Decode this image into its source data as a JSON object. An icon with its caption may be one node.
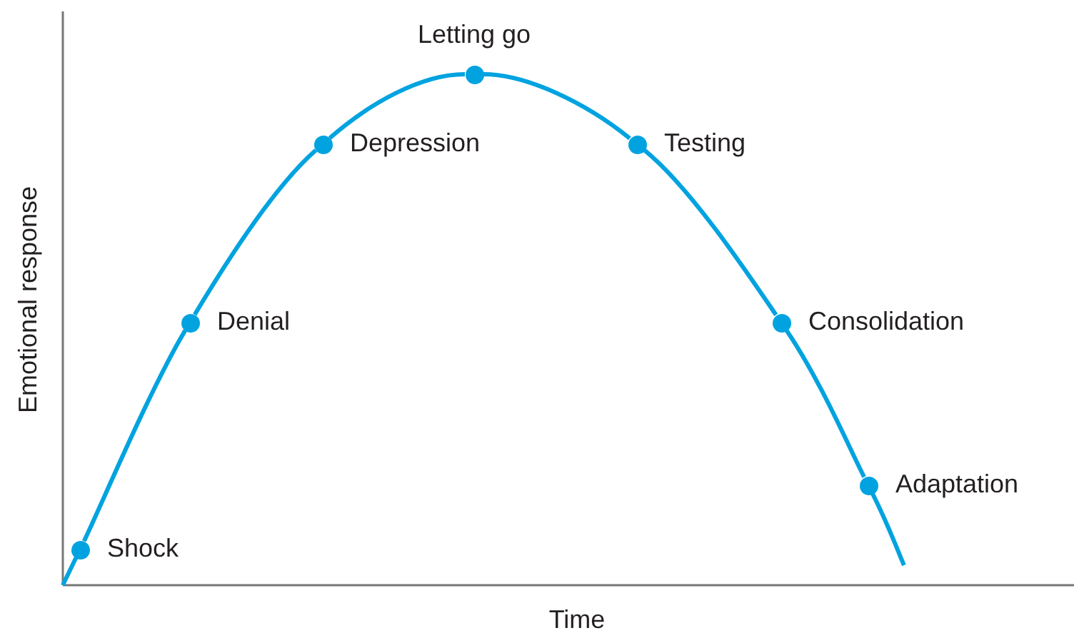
{
  "diagram": {
    "nodes": [
      {
        "text": [],
        "shape": "circle",
        "beside": [
          "Shock"
        ]
      },
      {
        "text": [],
        "shape": "circle",
        "beside": [
          "Denial"
        ]
      },
      {
        "text": [],
        "shape": "circle",
        "beside": [
          "Depression"
        ]
      },
      {
        "text": [],
        "shape": "circle",
        "beside": [
          "Letting go"
        ]
      },
      {
        "text": [],
        "shape": "circle",
        "beside": [
          "Testing"
        ]
      },
      {
        "text": [],
        "shape": "circle",
        "beside": [
          "Consolidation"
        ]
      },
      {
        "text": [],
        "shape": "circle",
        "beside": [
          "Adaptation"
        ]
      }
    ],
    "edges": [
      {
        "from": null,
        "to": 0,
        "arrow": "none"
      },
      {
        "from": 0,
        "to": 1,
        "arrow": "none"
      },
      {
        "from": 1,
        "to": 2,
        "arrow": "none"
      },
      {
        "from": 2,
        "to": 3,
        "arrow": "none"
      },
      {
        "from": 3,
        "to": 4,
        "arrow": "none"
      },
      {
        "from": 4,
        "to": 5,
        "arrow": "none"
      },
      {
        "from": 5,
        "to": 6,
        "arrow": "none"
      },
      {
        "from": 6,
        "to": null,
        "arrow": "none"
      }
    ],
    "labels": [
      "Emotional response",
      "Time"
    ]
  }
}
